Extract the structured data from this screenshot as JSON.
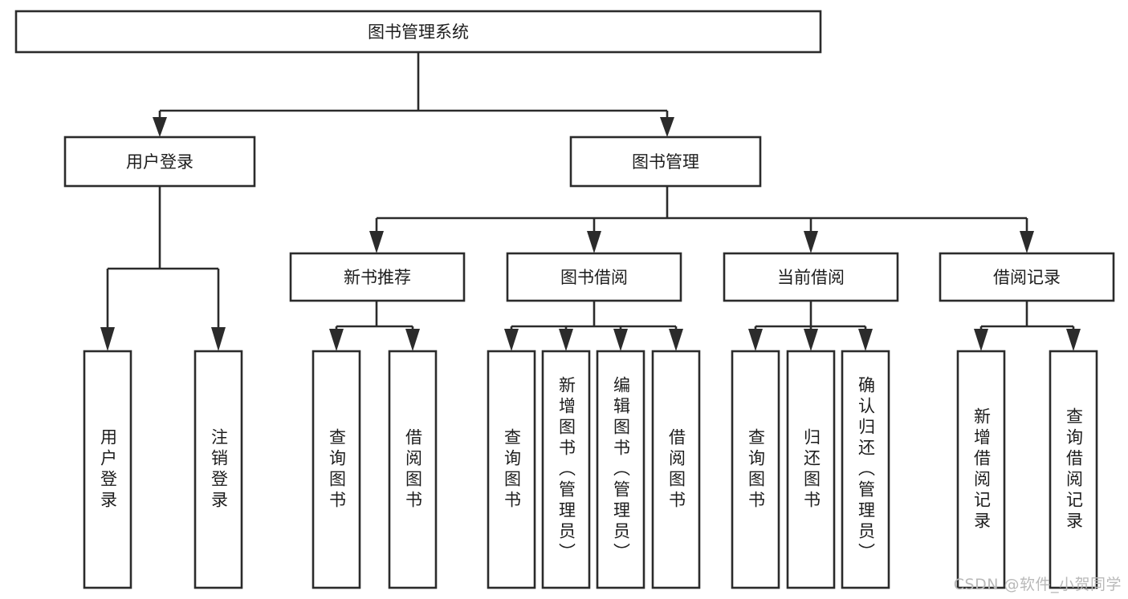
{
  "diagram": {
    "type": "tree",
    "title": "图书管理系统",
    "watermark": "CSDN @软件_小贺同学",
    "colors": {
      "box_stroke": "#2b2b2b",
      "box_fill": "#ffffff",
      "text": "#1d1d1d",
      "background": "#ffffff",
      "watermark": "#b9b9b9"
    },
    "nodes": {
      "root": "图书管理系统",
      "level2": [
        {
          "label": "用户登录"
        },
        {
          "label": "图书管理"
        }
      ],
      "level3": [
        {
          "label": "新书推荐"
        },
        {
          "label": "图书借阅"
        },
        {
          "label": "当前借阅"
        },
        {
          "label": "借阅记录"
        }
      ],
      "leaves": {
        "user_login": [
          {
            "label": "用户登录"
          },
          {
            "label": "注销登录"
          }
        ],
        "new_book_recommend": [
          {
            "label": "查询图书"
          },
          {
            "label": "借阅图书"
          }
        ],
        "book_borrow": [
          {
            "label": "查询图书"
          },
          {
            "label": "新增图书（管理员）"
          },
          {
            "label": "编辑图书（管理员）"
          },
          {
            "label": "借阅图书"
          }
        ],
        "current_borrow": [
          {
            "label": "查询图书"
          },
          {
            "label": "归还图书"
          },
          {
            "label": "确认归还（管理员）"
          }
        ],
        "borrow_record": [
          {
            "label": "新增借阅记录"
          },
          {
            "label": "查询借阅记录"
          }
        ]
      }
    }
  }
}
